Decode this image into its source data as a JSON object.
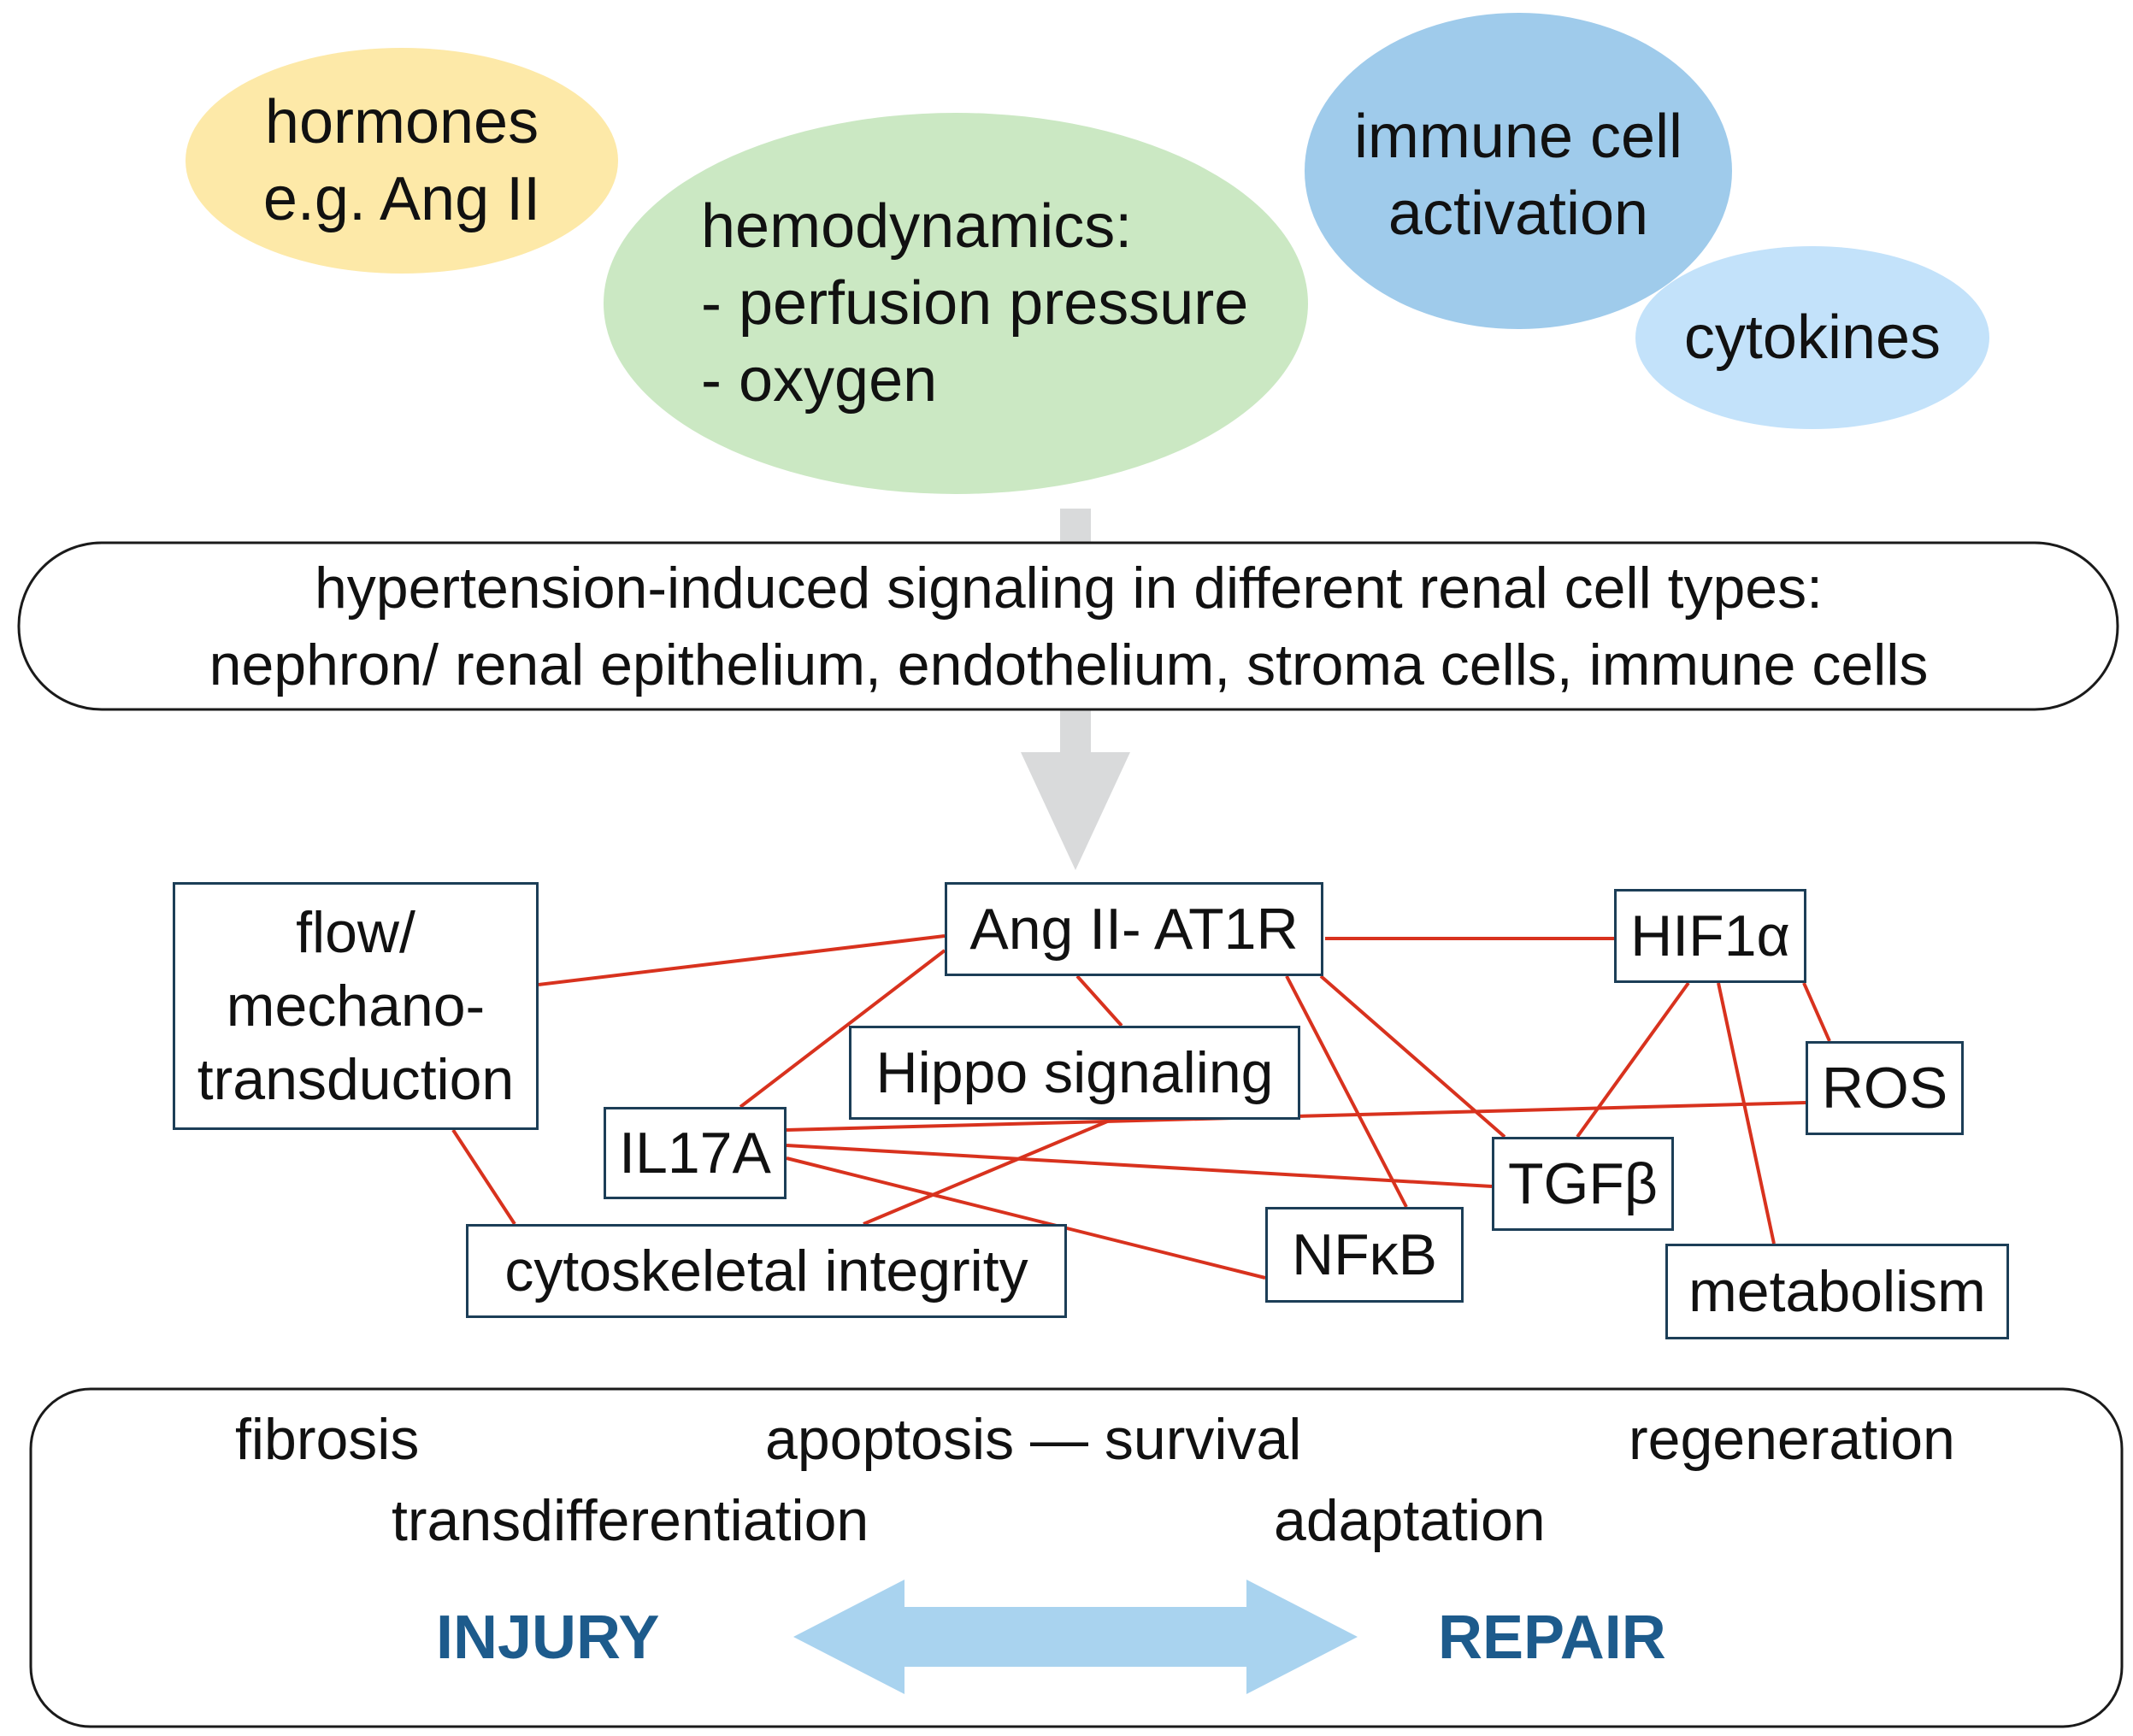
{
  "influences": {
    "hormones": {
      "lines": [
        "hormones",
        "e.g. Ang II"
      ],
      "color": "#fde9a8"
    },
    "hemodynamics": {
      "lines": [
        "hemodynamics:",
        "- perfusion pressure",
        "- oxygen"
      ],
      "color": "#cbe8c3"
    },
    "immune": {
      "lines": [
        "immune cell",
        "activation"
      ],
      "color": "#9fcbeb"
    },
    "cytokines": {
      "lines": [
        "cytokines"
      ],
      "color": "#c3e2fa"
    }
  },
  "signaling": {
    "lines": [
      "hypertension-induced signaling in different renal cell types:",
      "nephron/ renal epithelium, endothelium, stroma cells, immune cells"
    ]
  },
  "network": {
    "nodes": {
      "flow": {
        "lines": [
          "flow/",
          "mechano-",
          "transduction"
        ]
      },
      "angii": {
        "lines": [
          "Ang II- AT1R"
        ]
      },
      "hif1a": {
        "lines": [
          "HIF1α"
        ]
      },
      "hippo": {
        "lines": [
          "Hippo signaling"
        ]
      },
      "ros": {
        "lines": [
          "ROS"
        ]
      },
      "il17a": {
        "lines": [
          "IL17A"
        ]
      },
      "tgfb": {
        "lines": [
          "TGFβ"
        ]
      },
      "cyto": {
        "lines": [
          "cytoskeletal integrity"
        ]
      },
      "nfkb": {
        "lines": [
          "NFκB"
        ]
      },
      "metab": {
        "lines": [
          "metabolism"
        ]
      }
    },
    "line_color": "#d8321e"
  },
  "outcomes": {
    "fibrosis": "fibrosis",
    "apoptosis": "apoptosis — survival",
    "regeneration": "regeneration",
    "transdifferentiation": "transdifferentiation",
    "adaptation": "adaptation",
    "injury": "INJURY",
    "repair": "REPAIR"
  },
  "colors": {
    "arrow_gray": "#d9dadb",
    "double_arrow": "#a9d3ef",
    "box_border": "#1c3e57",
    "endpoint_text": "#1d5b8c"
  }
}
